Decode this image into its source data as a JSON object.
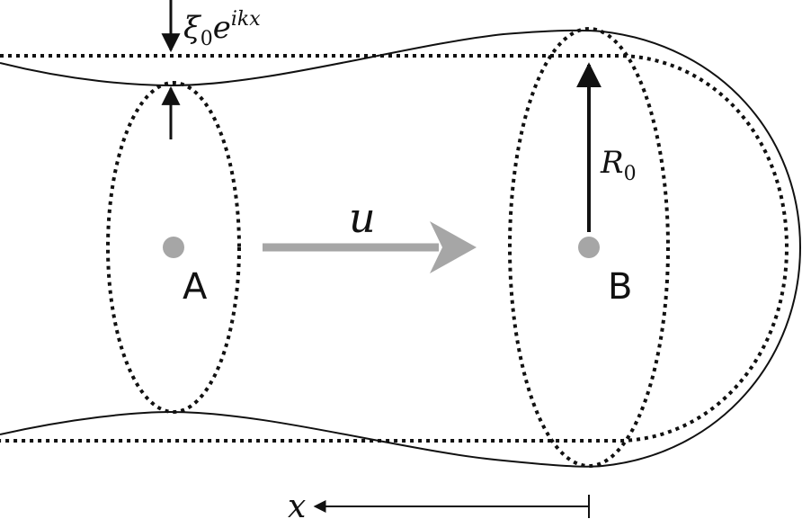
{
  "labels": {
    "point_a": "A",
    "point_b": "B",
    "velocity": "u",
    "radius_base": "R",
    "radius_sub": "0",
    "perturbation_base": "ξ",
    "perturbation_sub": "0",
    "perturbation_exp_e": "e",
    "perturbation_exp": "ikx",
    "axis_x": "x"
  },
  "colors": {
    "ink": "#111111",
    "velocity_arrow": "#a6a6a6",
    "point_marker": "#a6a6a6"
  }
}
